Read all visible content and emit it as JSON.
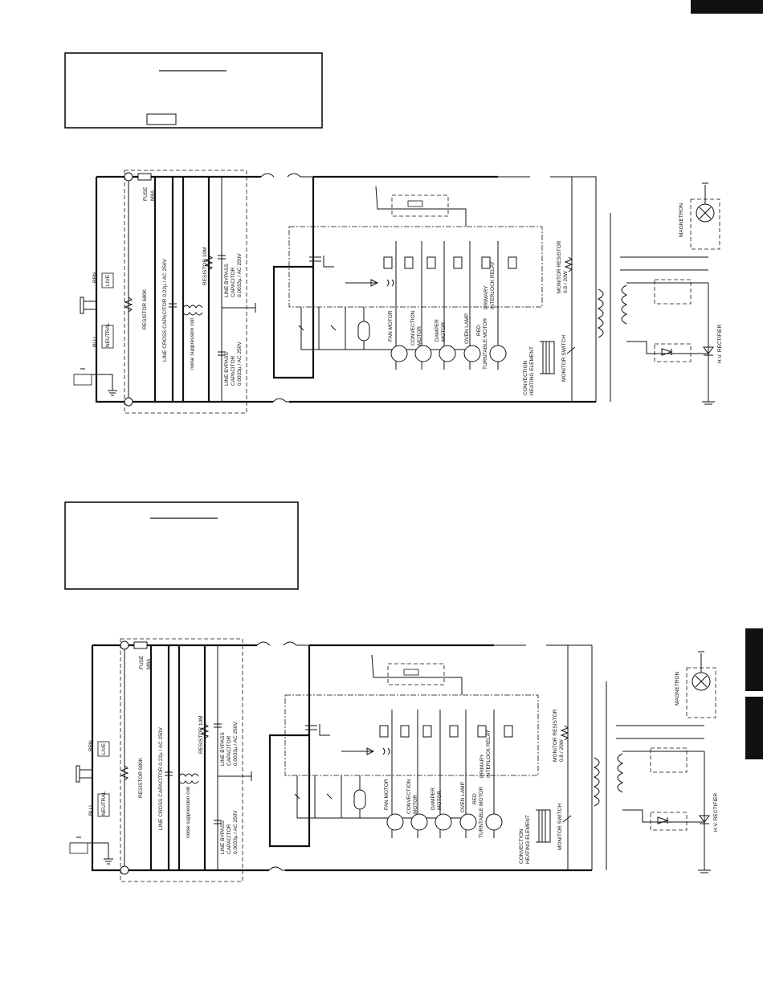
{
  "schematics": [
    {
      "id": "upper",
      "plug": {
        "live_tag": "LIVE",
        "neutral_tag": "NEUTRAL",
        "brn": "BRN",
        "blu": "BLU"
      },
      "labels": {
        "fuse": "FUSE",
        "fuse_rating": "M8A",
        "resistor": "RESISTOR 680K",
        "line_cross_cap": "LINE CROSS CAPACITOR 0.22µ / AC 250V",
        "resistor_10m": "RESISTOR 10M",
        "noise_coil": "noise suppression coil",
        "bypass_upper_1": "LINE BYPASS",
        "bypass_upper_2": "CAPACITOR",
        "bypass_upper_3": "0.0033µ / AC 250V",
        "bypass_lower_1": "LINE BYPASS",
        "bypass_lower_2": "CAPACITOR",
        "bypass_lower_3": "0.0033µ / AC 250V",
        "fan_motor": "FAN MOTOR",
        "convection_motor_1": "CONVECTION",
        "convection_motor_2": "MOTOR",
        "damper_motor_1": "DAMPER",
        "damper_motor_2": "MOTOR",
        "oven_lamp": "OVEN LAMP",
        "red": "RED",
        "turntable_motor": "TURNTABLE MOTOR",
        "primary_relay_1": "PRIMARY",
        "primary_relay_2": "INTERLOCK RELAY",
        "heating_1": "CONVECTION",
        "heating_2": "HEATING ELEMENT",
        "monitor_switch": "MONITOR SWITCH",
        "monitor_resistor_1": "MONITOR RESISTOR",
        "monitor_resistor_2": "0.8 / 20W",
        "hv_rectifier": "H.V. RECTIFIER",
        "magnetron": "MAGNETRON"
      }
    },
    {
      "id": "lower",
      "plug": {
        "live_tag": "LIVE",
        "neutral_tag": "NEUTRAL",
        "brn": "BRN",
        "blu": "BLU"
      },
      "labels": {
        "fuse": "FUSE",
        "fuse_rating": "M8A",
        "resistor": "RESISTOR 680K",
        "line_cross_cap": "LINE CROSS CAPACITOR 0.22µ / AC 250V",
        "resistor_10m": "RESISTOR 10M",
        "noise_coil": "noise suppression coil",
        "bypass_upper_1": "LINE BYPASS",
        "bypass_upper_2": "CAPACITOR",
        "bypass_upper_3": "0.0033µ / AC 250V",
        "bypass_lower_1": "LINE BYPASS",
        "bypass_lower_2": "CAPACITOR",
        "bypass_lower_3": "0.0033µ / AC 250V",
        "fan_motor": "FAN MOTOR",
        "convection_motor_1": "CONVECTION",
        "convection_motor_2": "MOTOR",
        "damper_motor_1": "DAMPER",
        "damper_motor_2": "MOTOR",
        "oven_lamp": "OVEN LAMP",
        "red": "RED",
        "turntable_motor": "TURNTABLE MOTOR",
        "primary_relay_1": "PRIMARY",
        "primary_relay_2": "INTERLOCK RELAY",
        "heating_1": "CONVECTION",
        "heating_2": "HEATING ELEMENT",
        "monitor_switch": "MONITOR SWITCH",
        "monitor_resistor_1": "MONITOR RESISTOR",
        "monitor_resistor_2": "0.8 / 20W",
        "hv_rectifier": "H.V. RECTIFIER",
        "magnetron": "MAGNETRON"
      }
    }
  ]
}
